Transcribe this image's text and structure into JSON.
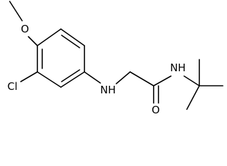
{
  "atoms": {
    "O_methoxy": "O",
    "Cl": "Cl",
    "NH_amine": "NH",
    "O_carbonyl": "O",
    "NH_amide": "NH"
  }
}
